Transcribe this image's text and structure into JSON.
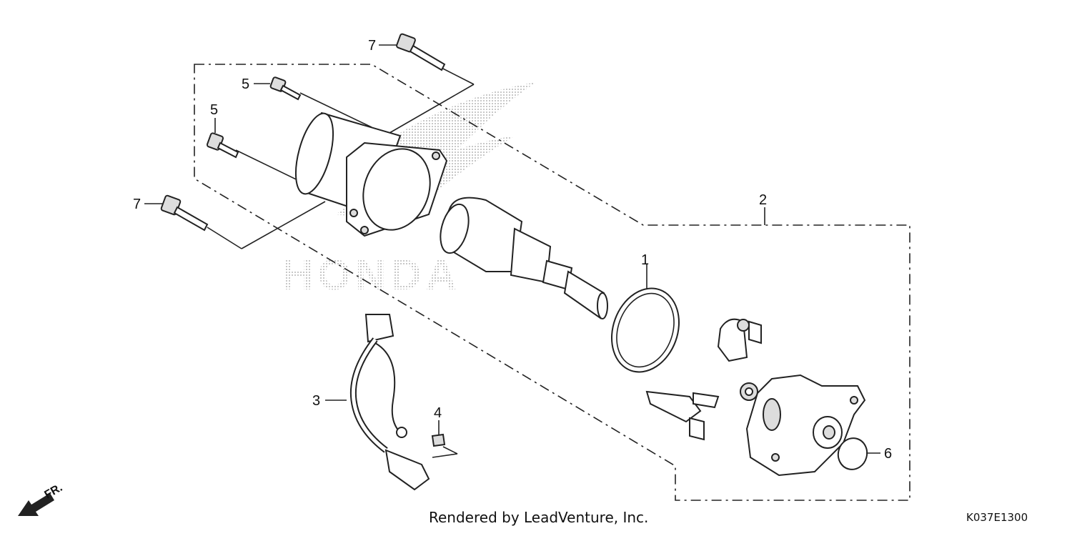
{
  "callouts": {
    "c1": "1",
    "c2": "2",
    "c3": "3",
    "c4": "4",
    "c5a": "5",
    "c5b": "5",
    "c6": "6",
    "c7a": "7",
    "c7b": "7"
  },
  "front_marker": "FR.",
  "watermark": "HONDA",
  "footer": {
    "credit": "Rendered by LeadVenture, Inc.",
    "code": "K037E1300"
  }
}
